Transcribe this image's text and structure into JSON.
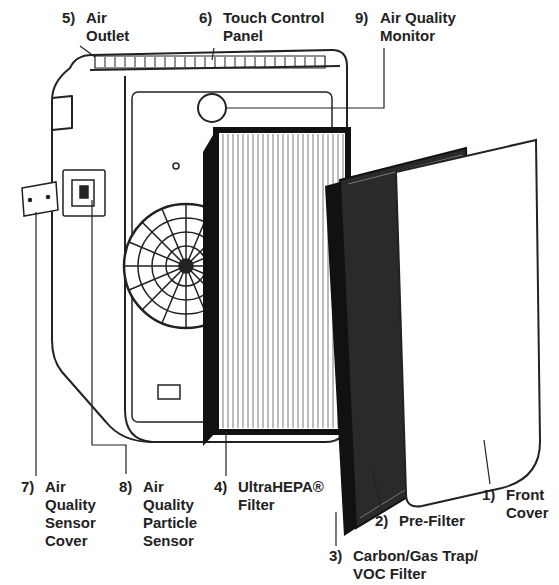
{
  "diagram": {
    "labels": [
      "5)",
      "Air Outlet",
      "6)",
      "Touch Control Panel",
      "9)",
      "Air Quality Monitor",
      "7)",
      "Air Quality Sensor Cover",
      "8)",
      "Air Quality Particle Sensor",
      "4)",
      "UltraHEPA® Filter",
      "1)",
      "Front Cover",
      "2)",
      "Pre-Filter",
      "3)",
      "Carbon/Gas Trap/ VOC Filter"
    ]
  }
}
